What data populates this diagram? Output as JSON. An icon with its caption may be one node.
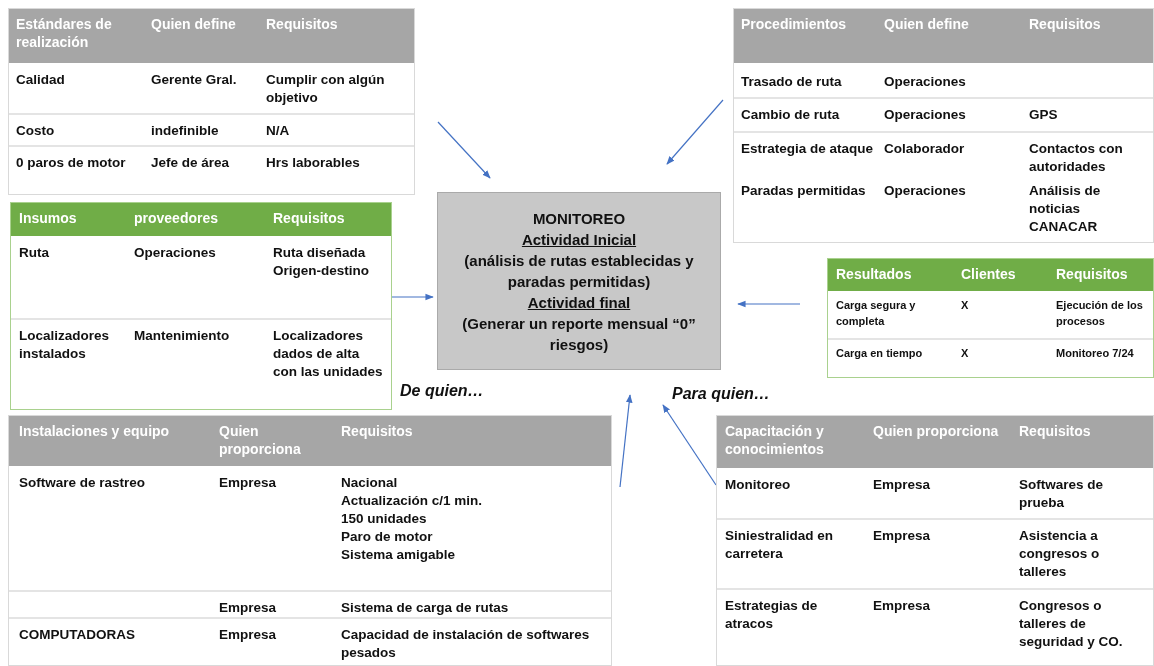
{
  "diagram": {
    "nodes": [
      {
        "text": [
          "Estándares de realización",
          "Quien define",
          "Requisitos",
          "Calidad",
          "Gerente Gral.",
          "Cumplir con algún objetivo",
          "Costo",
          "indefinible",
          "N/A",
          "0 paros de motor",
          "Jefe de área",
          "Hrs laborables"
        ]
      },
      {
        "text": [
          "Procedimientos",
          "Quien define",
          "Requisitos",
          "Trasado de ruta",
          "Operaciones",
          "Cambio de ruta",
          "Operaciones",
          "GPS",
          "Estrategia de ataque",
          "Colaborador",
          "Contactos con autoridades",
          "Paradas permitidas",
          "Operaciones",
          "Análisis de noticias CANACAR"
        ]
      },
      {
        "text": [
          "Insumos",
          "proveedores",
          "Requisitos",
          "Ruta",
          "Operaciones",
          "Ruta diseñada Origen-destino",
          "Localizadores instalados",
          "Mantenimiento",
          "Localizadores dados de alta con las unidades"
        ]
      },
      {
        "text": [
          "MONITOREO",
          "Actividad Inicial",
          "(análisis de rutas establecidas y paradas permitidas)",
          "Actividad final",
          "(Generar un reporte mensual “0” riesgos)"
        ]
      },
      {
        "text": [
          "Resultados",
          "Clientes",
          "Requisitos",
          "Carga segura y completa",
          "X",
          "Ejecución de los procesos",
          "Carga en tiempo",
          "X",
          "Monitoreo 7/24"
        ]
      },
      {
        "text": [
          "Instalaciones y equipo",
          "Quien proporciona",
          "Requisitos",
          "Software de rastreo",
          "Empresa",
          "Nacional",
          "Actualización  c/1 min.",
          "150 unidades",
          "Paro de motor",
          "Sistema amigable",
          "Empresa",
          "Sistema de carga de rutas",
          "COMPUTADORAS",
          "Empresa",
          "Capacidad de instalación de softwares pesados"
        ]
      },
      {
        "text": [
          "Capacitación y conocimientos",
          "Quien proporciona",
          "Requisitos",
          "Monitoreo",
          "Empresa",
          "Softwares de prueba",
          "Siniestralidad en carretera",
          "Empresa",
          "Asistencia a congresos o talleres",
          "Estrategias de atracos",
          "Empresa",
          "Congresos o talleres de seguridad y CO."
        ]
      }
    ],
    "edges": [
      {
        "from": 0,
        "to": 3,
        "arrow": "to"
      },
      {
        "from": 1,
        "to": 3,
        "arrow": "to"
      },
      {
        "from": 2,
        "to": 3,
        "arrow": "to"
      },
      {
        "from": 4,
        "to": 3,
        "arrow": "to"
      },
      {
        "from": 5,
        "to": 3,
        "arrow": "to"
      },
      {
        "from": 6,
        "to": 3,
        "arrow": "to"
      }
    ],
    "labels": [
      "De quien…",
      "Para quien…"
    ]
  }
}
